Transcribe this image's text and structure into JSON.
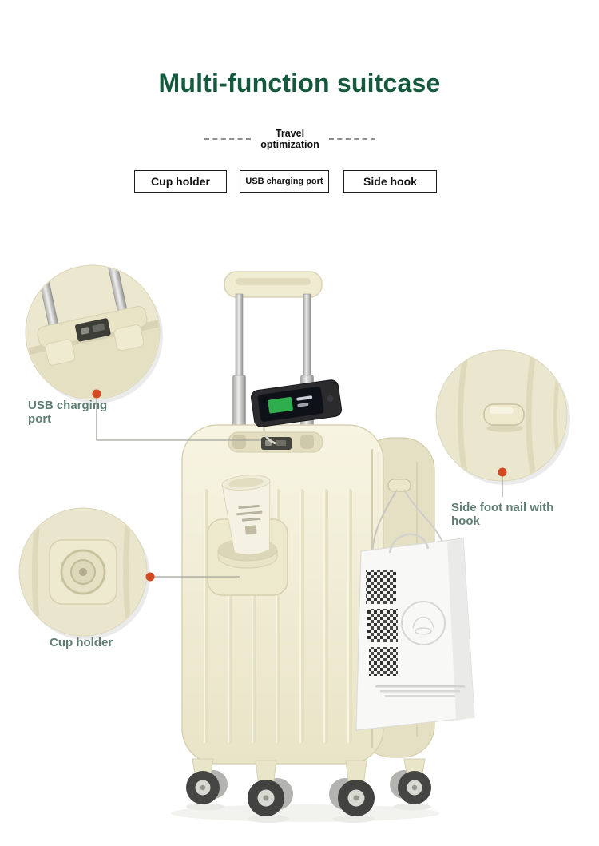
{
  "header": {
    "title": "Multi-function suitcase",
    "tagline": {
      "line1": "Travel",
      "line2": "optimization"
    },
    "feature_boxes": [
      {
        "label": "Cup holder"
      },
      {
        "label": "USB charging port"
      },
      {
        "label": "Side hook"
      }
    ]
  },
  "callouts": {
    "usb": {
      "line1": "USB charging",
      "line2": "port"
    },
    "hook": {
      "line1": "Side foot nail with",
      "line2": "hook"
    },
    "cup": {
      "label": "Cup holder"
    }
  },
  "colors": {
    "title_green": "#155a3c",
    "callout_label_green": "#5f7d72",
    "callout_dot_red": "#d14a21",
    "suitcase_cream": "#f2eed9",
    "box_border_black": "#1c1c1c",
    "dashed_divider_gray": "#8f8f8f"
  },
  "icons": {
    "callout_dot": "red-circle-marker",
    "detail_circles": [
      "usb-port-zoom",
      "side-hook-zoom",
      "cup-holder-button-zoom"
    ]
  }
}
